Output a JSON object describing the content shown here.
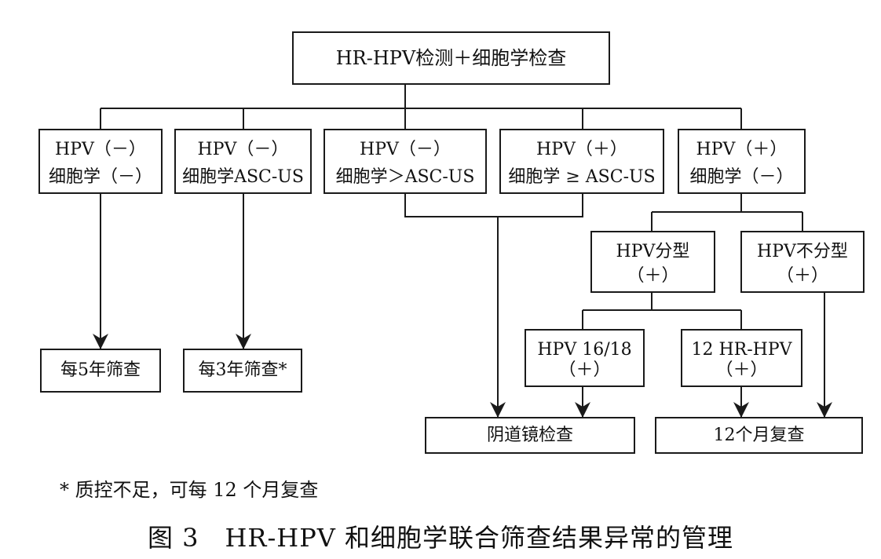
{
  "top": {
    "label": "HR-HPV检测＋细胞学检查"
  },
  "row1": [
    {
      "line1": "HPV（－）",
      "line2": "细胞学（－）"
    },
    {
      "line1": "HPV（－）",
      "line2": "细胞学ASC-US"
    },
    {
      "line1": "HPV（－）",
      "line2": "细胞学＞ASC-US"
    },
    {
      "line1": "HPV（＋）",
      "line2": "细胞学 ≥ ASC-US"
    },
    {
      "line1": "HPV（＋）",
      "line2": "细胞学（－）"
    }
  ],
  "typing": [
    {
      "line1": "HPV分型",
      "line2": "（＋）"
    },
    {
      "line1": "HPV不分型",
      "line2": "（＋）"
    }
  ],
  "genotype": [
    {
      "line1": "HPV 16/18",
      "line2": "（＋）"
    },
    {
      "line1": "12 HR-HPV",
      "line2": "（＋）"
    }
  ],
  "outcomes": {
    "every5": "每5年筛查",
    "every3": "每3年筛查*",
    "colposcopy": "阴道镜检查",
    "repeat12": "12个月复查"
  },
  "footnote": "* 质控不足，可每 12 个月复查",
  "caption": "图 3　HR-HPV 和细胞学联合筛查结果异常的管理"
}
